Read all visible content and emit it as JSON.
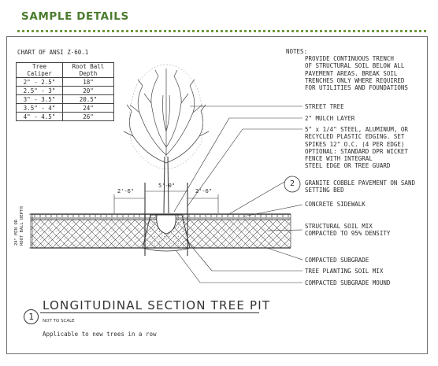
{
  "header": {
    "title": "SAMPLE DETAILS"
  },
  "colors": {
    "header_green": "#4b7c2e",
    "rule_green": "#6e9a3e",
    "line": "#333333"
  },
  "chart_title": "CHART OF ANSI Z-60.1",
  "ball_table": {
    "headers": [
      "Tree Caliper",
      "Root Ball Depth"
    ],
    "rows": [
      [
        "2\" - 2.5\"",
        "18\""
      ],
      [
        "2.5\" - 3\"",
        "20\""
      ],
      [
        "3\" - 3.5\"",
        "20.5\""
      ],
      [
        "3.5\" - 4\"",
        "24\""
      ],
      [
        "4\" - 4.5\"",
        "26\""
      ]
    ]
  },
  "notes": {
    "heading": "NOTES:",
    "lines": [
      "PROVIDE CONTINUOUS TRENCH",
      "OF STRUCTURAL SOIL BELOW ALL",
      "PAVEMENT AREAS. BREAK SOIL",
      "TRENCHES ONLY WHERE REQUIRED",
      "FOR UTILITIES AND FOUNDATIONS"
    ]
  },
  "callouts": {
    "street_tree": "STREET TREE",
    "mulch": "2\" MULCH LAYER",
    "edging": [
      "5\" x 1/4\" STEEL, ALUMINUM, OR",
      "RECYCLED PLASTIC EDGING. SET",
      "SPIKES 12\" O.C. (4 PER EDGE)",
      "OPTIONAL: STANDARD DPR WICKET",
      "FENCE WITH INTEGRAL",
      "STEEL EDGE OR TREE GUARD"
    ],
    "detail_number": "2",
    "granite": [
      "GRANITE COBBLE PAVEMENT ON SAND",
      "SETTING BED"
    ],
    "concrete": "CONCRETE SIDEWALK",
    "structural_soil": [
      "STRUCTURAL SOIL MIX",
      "COMPACTED TO 95% DENSITY"
    ],
    "compacted_subgrade": "COMPACTED SUBGRADE",
    "planting_soil": "TREE PLANTING SOIL MIX",
    "subgrade_mound": "COMPACTED SUBGRADE MOUND"
  },
  "dims": {
    "left": "2'-6\"",
    "center": "5'-0\"",
    "right": "2'-6\"",
    "vertical": [
      "24\" MIN OR",
      "ROOT BALL DEPTH"
    ]
  },
  "title_block": {
    "number": "1",
    "title": "LONGITUDINAL SECTION TREE PIT",
    "scale": "NOT TO SCALE",
    "applies": "Applicable to new trees in a row"
  }
}
